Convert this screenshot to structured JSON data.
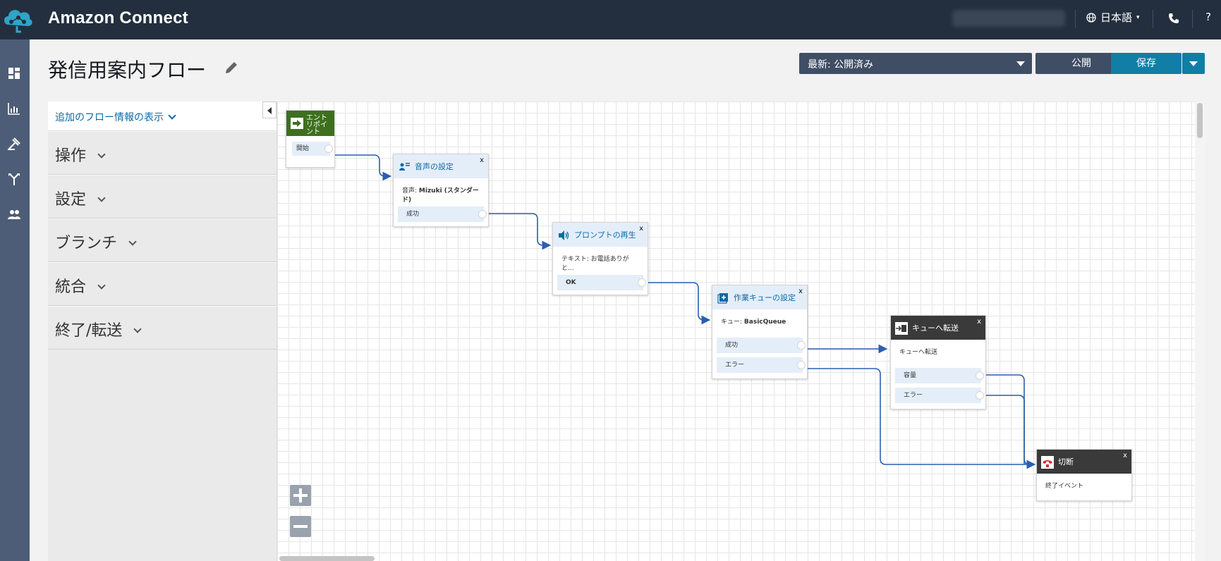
{
  "header": {
    "app_title": "Amazon Connect",
    "language": "日本語",
    "help": "?"
  },
  "nav": {
    "items": [
      "dashboard-icon",
      "metrics-icon",
      "routing-icon",
      "flows-icon",
      "users-icon"
    ]
  },
  "page": {
    "title": "発信用案内フロー",
    "version_label": "最新: 公開済み",
    "publish_label": "公開",
    "save_label": "保存"
  },
  "sidepanel": {
    "info_link": "追加のフロー情報の表示",
    "sections": [
      "操作",
      "設定",
      "ブランチ",
      "統合",
      "終了/転送"
    ]
  },
  "flow": {
    "entry": {
      "title": "エントリポイント",
      "output": "開始"
    },
    "blocks": [
      {
        "title": "音声の設定",
        "desc_prefix": "音声: ",
        "desc_value": "Mizuki (スタンダード)",
        "outputs": [
          "成功"
        ]
      },
      {
        "title": "プロンプトの再生",
        "desc_prefix": "テキスト: ",
        "desc_value": "お電話ありがと...",
        "outputs": [
          "OK"
        ]
      },
      {
        "title": "作業キューの設定",
        "desc_prefix": "キュー: ",
        "desc_value": "BasicQueue",
        "outputs": [
          "成功",
          "エラー"
        ]
      },
      {
        "title": "キューへ転送",
        "desc_prefix": "",
        "desc_value": "キューへ転送",
        "outputs": [
          "容量",
          "エラー"
        ]
      },
      {
        "title": "切断",
        "desc_prefix": "",
        "desc_value": "終了イベント",
        "outputs": []
      }
    ],
    "close_label": "x"
  },
  "colors": {
    "topbar": "#232f3e",
    "leftnav": "#4d5d77",
    "save": "#117ea6",
    "entry": "#3e6f1f",
    "link": "#2a5fb0"
  }
}
